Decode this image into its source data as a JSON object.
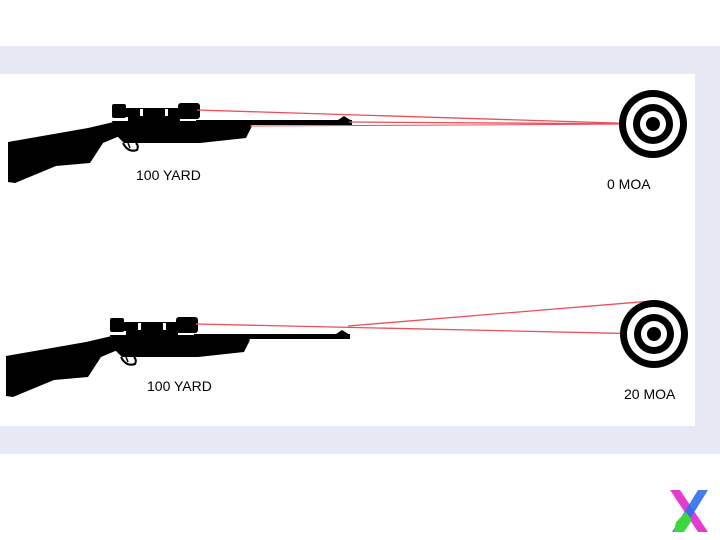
{
  "diagram": {
    "rows": [
      {
        "range_label": "100 YARD",
        "moa_label": "0 MOA"
      },
      {
        "range_label": "100 YARD",
        "moa_label": "20 MOA"
      }
    ]
  },
  "colors": {
    "band": "#e6e9f4",
    "panel": "#ffffff",
    "rifle": "#000000",
    "laser": "#e8505b",
    "logo": [
      "#2f6fe8",
      "#e63bd1",
      "#3cd83c"
    ]
  },
  "icons": [
    "rifle-icon",
    "target-icon",
    "logo-icon"
  ]
}
